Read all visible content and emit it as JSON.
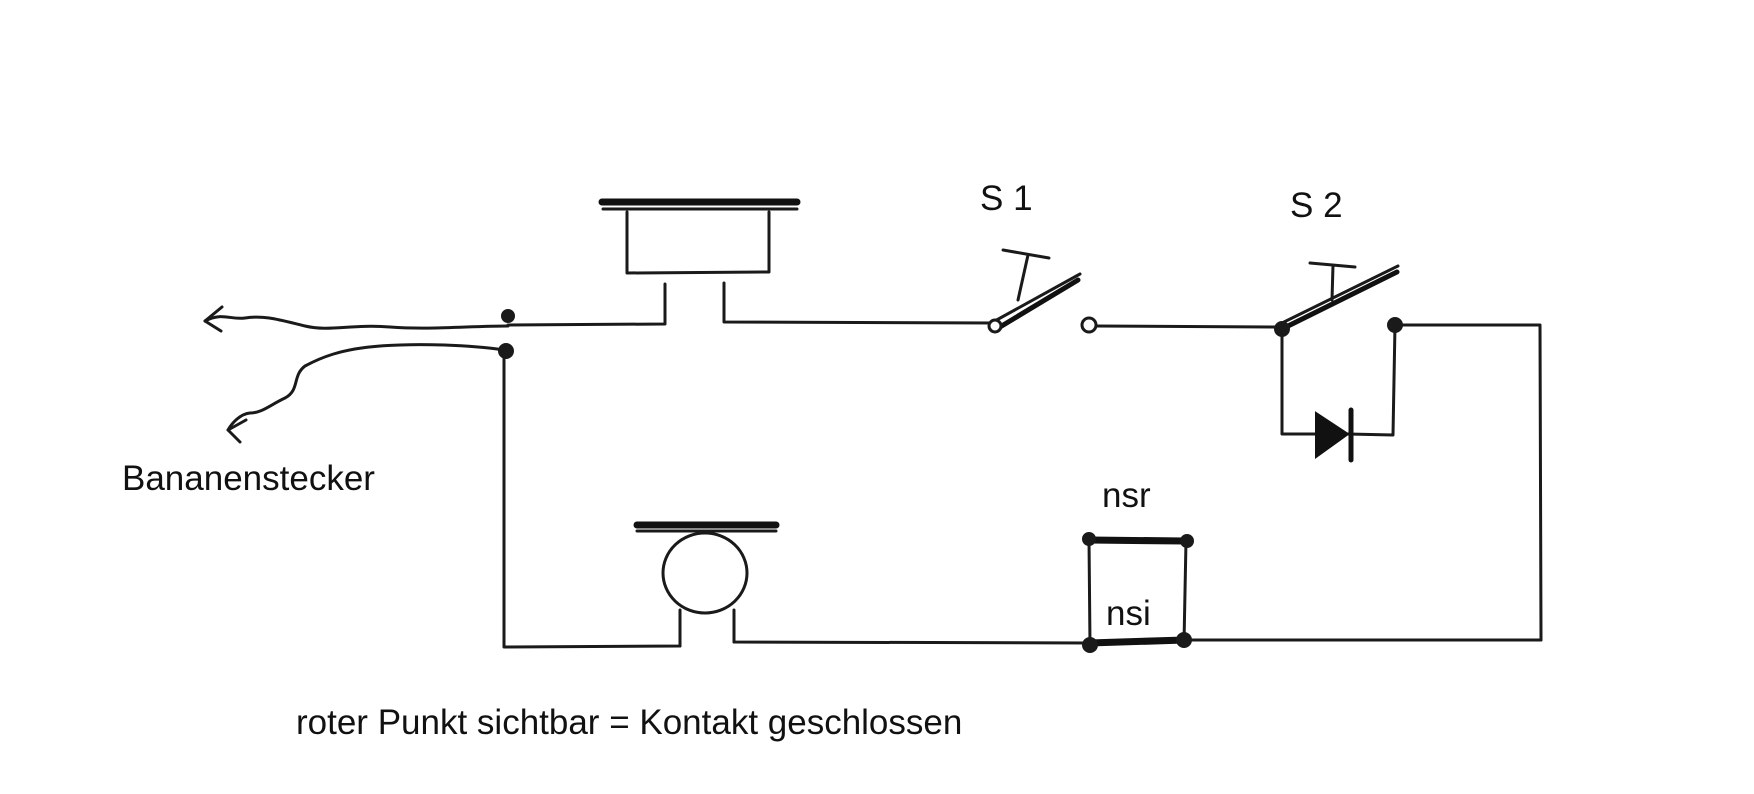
{
  "labels": {
    "s1": "S 1",
    "s2": "S 2",
    "plug": "Bananenstecker",
    "nsr": "nsr",
    "nsi": "nsi",
    "legend": "roter Punkt sichtbar = Kontakt geschlossen"
  }
}
